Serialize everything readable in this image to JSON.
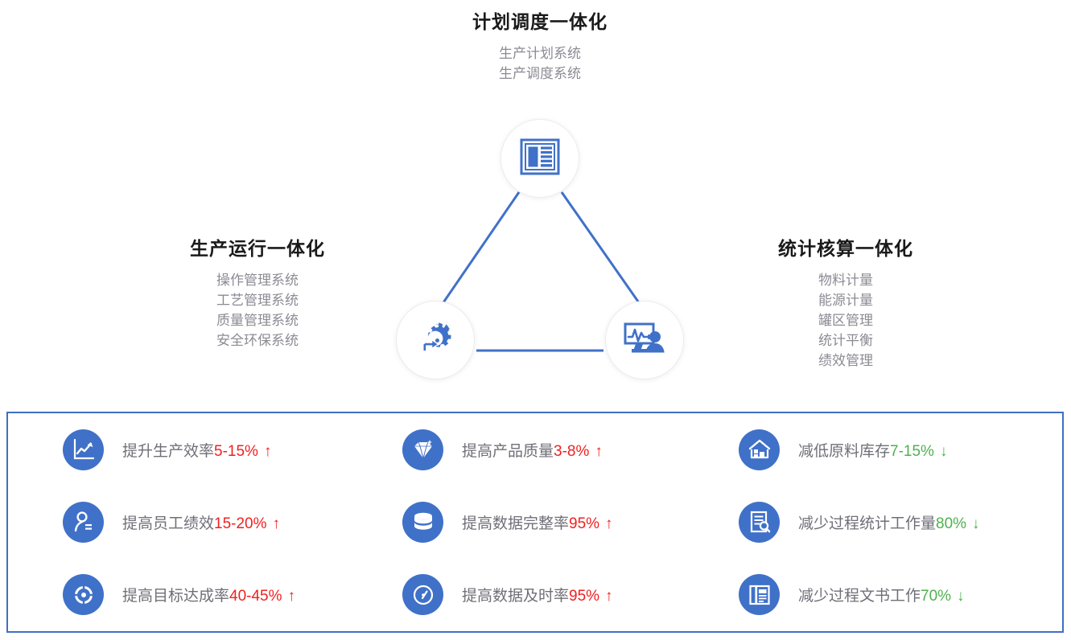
{
  "diagram": {
    "title_color": "#1a1a1a",
    "list_color": "#8b8b94",
    "line_color": "#4071c8",
    "groups": {
      "top": {
        "title": "计划调度一体化",
        "items": [
          "生产计划系统",
          "生产调度系统"
        ],
        "icon": "plan-document-icon"
      },
      "left": {
        "title": "生产运行一体化",
        "items": [
          "操作管理系统",
          "工艺管理系统",
          "质量管理系统",
          "安全环保系统"
        ],
        "icon": "gear-process-icon"
      },
      "right": {
        "title": "统计核算一体化",
        "items": [
          "物料计量",
          "能源计量",
          "罐区管理",
          "统计平衡",
          "绩效管理"
        ],
        "icon": "monitor-analyst-icon"
      }
    }
  },
  "benefits": {
    "border_color": "#3f6fc4",
    "icon_bg": "#4071c8",
    "text_color": "#6f6f78",
    "up_color": "#f02020",
    "down_color": "#4fb04f",
    "items": [
      {
        "icon": "line-chart-icon",
        "label": "提升生产效率",
        "value": "5-15%",
        "arrow": "↑",
        "direction": "up"
      },
      {
        "icon": "diamond-icon",
        "label": "提高产品质量",
        "value": "3-8%",
        "arrow": "↑",
        "direction": "up"
      },
      {
        "icon": "warehouse-icon",
        "label": "减低原料库存",
        "value": "7-15%",
        "arrow": "↓",
        "direction": "down"
      },
      {
        "icon": "person-badge-icon",
        "label": "提高员工绩效",
        "value": "15-20%",
        "arrow": "↑",
        "direction": "up"
      },
      {
        "icon": "database-icon",
        "label": "提高数据完整率",
        "value": "95%",
        "arrow": "↑",
        "direction": "up"
      },
      {
        "icon": "document-search-icon",
        "label": "减少过程统计工作量",
        "value": "80%",
        "arrow": "↓",
        "direction": "down"
      },
      {
        "icon": "target-icon",
        "label": "提高目标达成率",
        "value": "40-45%",
        "arrow": "↑",
        "direction": "up"
      },
      {
        "icon": "gauge-icon",
        "label": "提高数据及时率",
        "value": "95%",
        "arrow": "↑",
        "direction": "up"
      },
      {
        "icon": "report-copy-icon",
        "label": "减少过程文书工作",
        "value": "70%",
        "arrow": "↓",
        "direction": "down"
      }
    ]
  }
}
